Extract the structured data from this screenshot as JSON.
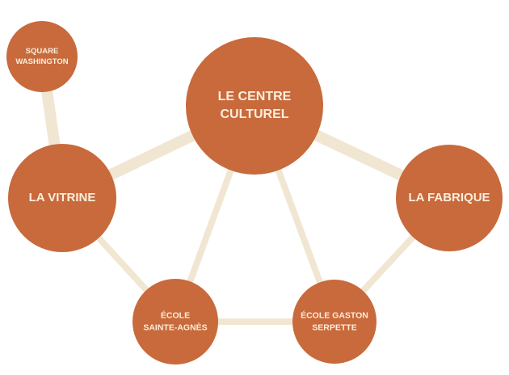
{
  "colors": {
    "node_fill": "#c86a3c",
    "node_text": "#fbeedd",
    "link_stroke": "#f1e6d2"
  },
  "nodes": {
    "square_washington": {
      "lines": [
        "SQUARE",
        "WASHINGTON"
      ]
    },
    "centre_culturel": {
      "lines": [
        "LE CENTRE",
        "CULTUREL"
      ]
    },
    "la_vitrine": {
      "lines": [
        "LA VITRINE"
      ]
    },
    "la_fabrique": {
      "lines": [
        "LA FABRIQUE"
      ]
    },
    "ecole_sainte_agnes": {
      "lines": [
        "ÉCOLE",
        "SAINTE-AGNÈS"
      ]
    },
    "ecole_gaston_serpette": {
      "lines": [
        "ÉCOLE GASTON",
        "SERPETTE"
      ]
    }
  },
  "links": [
    {
      "from": "square_washington",
      "to": "la_vitrine"
    },
    {
      "from": "la_vitrine",
      "to": "centre_culturel"
    },
    {
      "from": "centre_culturel",
      "to": "la_fabrique"
    },
    {
      "from": "la_vitrine",
      "to": "ecole_sainte_agnes"
    },
    {
      "from": "centre_culturel",
      "to": "ecole_sainte_agnes"
    },
    {
      "from": "centre_culturel",
      "to": "ecole_gaston_serpette"
    },
    {
      "from": "ecole_sainte_agnes",
      "to": "ecole_gaston_serpette"
    },
    {
      "from": "la_fabrique",
      "to": "ecole_gaston_serpette"
    }
  ]
}
